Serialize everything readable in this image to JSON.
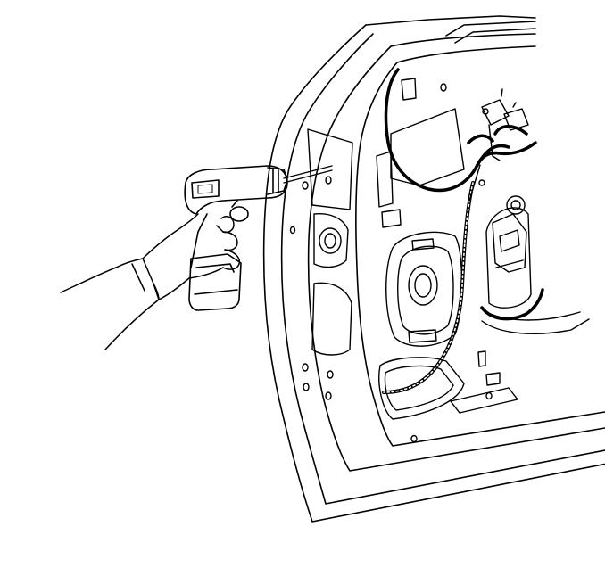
{
  "illustration": {
    "ink_color": "#000000",
    "paper_color": "#ffffff",
    "parts": [
      "door-inner-panel",
      "door-hinge-edge",
      "window-glass-opening",
      "door-lock-actuator",
      "window-regulator-motor",
      "speaker-opening",
      "wiring-harness",
      "drill-tool",
      "technician-hand",
      "drill-bit"
    ]
  }
}
